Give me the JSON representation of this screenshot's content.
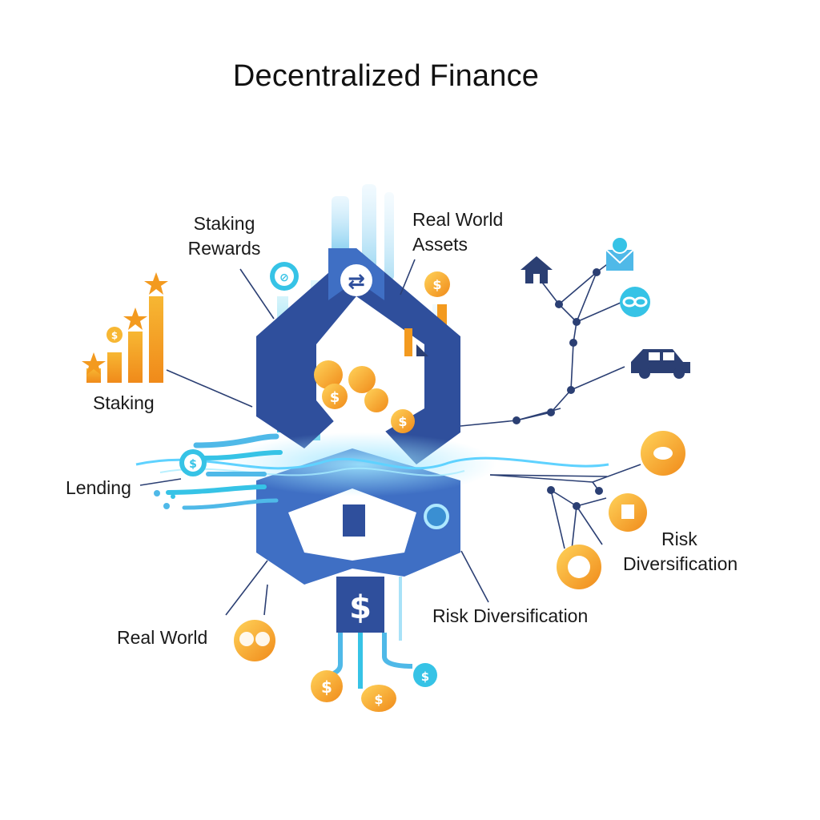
{
  "title": "Decentralized Finance",
  "labels": {
    "staking_rewards": [
      "Staking",
      "Rewards"
    ],
    "real_world_assets": [
      "Real World",
      "Assets"
    ],
    "staking": "Staking",
    "lending": "Lending",
    "real_world": "Real World",
    "risk_diversification_center": "Risk Diversification",
    "risk_diversification_right": [
      "Risk",
      "Diversification"
    ]
  },
  "icons": {
    "house": "house-icon",
    "envelope": "envelope-coin-icon",
    "car": "car-icon",
    "link": "chain-link-icon",
    "bar_chart": "bar-chart-stars-icon",
    "coins": "dollar-coin-icon",
    "shield": "risk-shield-icon"
  },
  "colors": {
    "dark_blue": "#2f4f9c",
    "mid_blue": "#3f6fc4",
    "light_blue": "#4fb9e8",
    "cyan": "#28c6e8",
    "orange": "#f39a1f",
    "gold": "#f7b733",
    "navy": "#2b3f73"
  },
  "coin_symbol": "$"
}
